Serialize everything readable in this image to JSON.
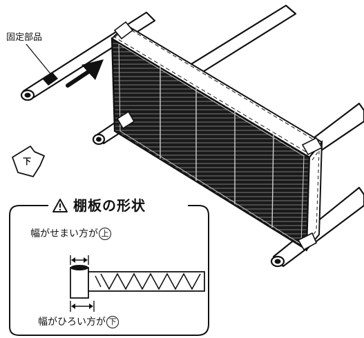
{
  "labels": {
    "fixing_part": "固定部品",
    "down_tag": "下",
    "shape_title": "棚板の形状",
    "narrow_text": "幅がせまい方が",
    "narrow_mark": "上",
    "wide_text": "幅がひろい方が",
    "wide_mark": "下"
  },
  "icons": {
    "push_arrow": "arrow-icon",
    "warning": "warning-triangle-icon",
    "down_tag": "arrow-tag-icon"
  }
}
